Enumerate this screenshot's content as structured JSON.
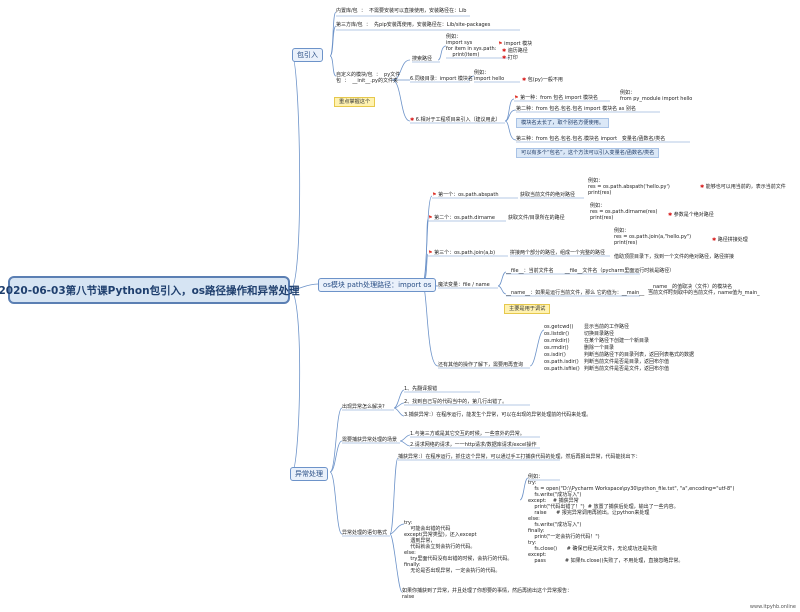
{
  "root": {
    "title": "2020-06-03第八节课Python包引入，os路径操作和异常处理"
  },
  "branches": {
    "package": {
      "label": "包引入",
      "items": [
        "内置库/包  ：  不需要安装可以直接使用，安装路径在：Lib",
        "第三方库/包  ：  先pip安装再使用，安装路径在：Lib/site-packages",
        "自定义的模块/包  ：  py文件\n包  ：  __init__.py的文件夹"
      ],
      "search_path": {
        "label": "搜索路径",
        "code": "例如：\nimport sys\nfor item in sys.path:\n    print(item)",
        "notes": [
          "import 模块",
          "遍历路径",
          "打印"
        ]
      },
      "same_level": {
        "label": "6.同级目录：import 模块名",
        "code": "例如：\nimport hello",
        "note": "包(py)一般不用"
      },
      "not_same_level": {
        "label": "6.相对于工程项目来引入（建议用此）",
        "first": "第一种：from 包名 import 模块名",
        "first_example": "例如：\nfrom py_module import hello",
        "second": "第二种：from 包名.包名.包名 import 模块名 as 别名",
        "second_note": "模块名太长了，取个别名方便使用。",
        "third": "第三种：from 包名.包名.包名.模块名 import   变量名/函数名/类名",
        "third_note": "可以有多个“包名”，这个方法可以引入变量名/函数名/类名"
      },
      "key_note": "重点掌握这个"
    },
    "os": {
      "label": "os模块 path处理路径：import os",
      "first": {
        "label": "第一个：os.path.abspath",
        "desc": "获取当前文件的绝对路径",
        "code": "例如：\nres = os.path.abspath('hello.py')\nprint(res)",
        "note": "能够也可以用当前的，表示当前文件"
      },
      "second": {
        "label": "第二个：os.path.dirname",
        "desc": "获取文件/目录所在的路径",
        "code": "例如：\nres = os.path.dirname(res)\nprint(res)",
        "note": "参数是个绝对路径"
      },
      "third": {
        "label": "第三个：os.path.join(a,b)",
        "desc": "拼接两个部分的路径，组成一个完整的路径",
        "code": "例如：\nres = os.path.join(a,\"hello.py\")\nprint(res)",
        "note1": "路径拼接处理",
        "note2": "借助顶层目录下，找到一个文件的绝对路径，路径拼接"
      },
      "magic": {
        "label": "魔法变量：file / name",
        "file": "__file__：当前文件名       __file__文件名（pycharm里面运行时就是路径）",
        "name": "__name__：如果是运行当前文件，那么 它的值为：__main__",
        "name_note": "__name__的值取决（文件）的模块名\n当前文件时刻取中的当前文件，name值为_main_",
        "highlight": "主要是用于调试"
      },
      "others_label": "还有其他的操作了解下，需要用再查询",
      "others": [
        [
          "os.getcwd()",
          "显示当前的工作路径"
        ],
        [
          "os.listdir()",
          "切换目录路径"
        ],
        [
          "os.mkdir()",
          "在某个路径下创建一个新目录"
        ],
        [
          "os.rmdir()",
          "删除一个目录"
        ],
        [
          "os.isdir()",
          "判断当前路径下的目录列表，返回列表格式的数据"
        ],
        [
          "os.path.isdir()",
          "判断当前文件是否是目录，返回布尔值"
        ],
        [
          "os.path.isfile()",
          "判断当前文件是否是文件，返回布尔值"
        ]
      ]
    },
    "exception": {
      "label": "异常处理",
      "how": {
        "label": "出现异常怎么解决?",
        "items": [
          "1、先翻译报错",
          "2、找到自己写的代码当中的，第几行出错了。",
          "3.捕获异常：）在程序运行，能发生个异常，可以在出现的异常处理前的代码来处理。"
        ]
      },
      "scenes": {
        "label": "需要捕获异常处理的场景",
        "items": [
          "1.与第三方或是其它交互的时候，一些意外的异常。",
          "2.请求网络的请求，一一http请求/数据库请求/excel操作"
        ]
      },
      "syntax": {
        "label": "异常处理的语句格式",
        "intro": "捕获异常：）在程序运行，抓住这个异常，可以通过手工打捕获代码的处理，然后再报出异常，代码能找出下：",
        "code": "例如：\ntry:\n    fs = open(\"D:\\\\Pycharm Workspace\\py30\\python_file.txt\", \"a\",encoding=\"utf-8\")\n    fs.write(\"成功写入\")\nexcept:    # 捕获异常\n    print(\"代码出错了！\")  # 放置了捕获后处理，输出了一些内容。\n    raise      # 报完异常调用再抛出。让python来处理\nelse:\n    fs.write(\"成功写入\")\nfinally:\n    print(\"一定会执行的代码！\")\ntry:\n    fs.close()      # 确保已经关闭文件，无论成功还是失败\nexcept:\n    pass            # 如果fs.close()失败了，不用处理，直接忽略异常。",
        "left": "try:\n    可能会出错的代码\nexcept(异常类型)，还入except\n    遇到异常，\n    代码就会立刻会执行的代码。\nelse:\n    try里面代码没有出错的时候，会执行的代码。\nfinally:\n    无论是否出现异常，一定会执行的代码。",
        "bottom": "如果你捕获到了异常，并且处理了你想要的事情，然后再抛出这个异常报告：\nraise"
      }
    }
  },
  "watermark": "www.itpyhb.online"
}
